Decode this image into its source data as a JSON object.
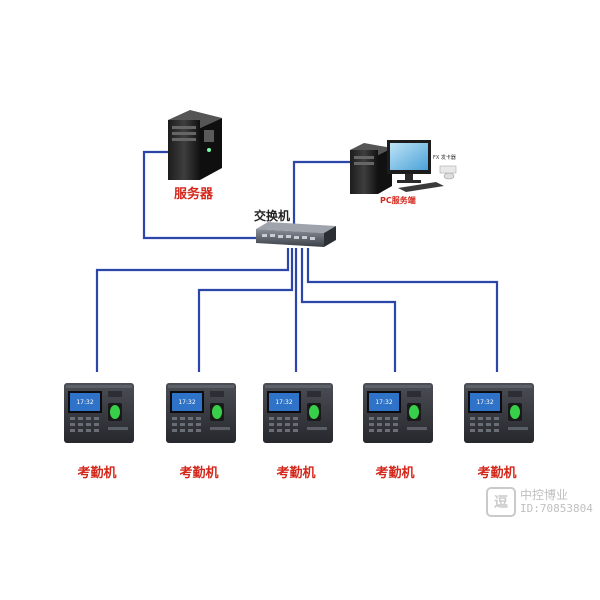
{
  "labels": {
    "server": "服务器",
    "switch": "交换机",
    "pc": "PC服务端",
    "fx_label": "FX 发卡器",
    "attendance": [
      "考勤机",
      "考勤机",
      "考勤机",
      "考勤机",
      "考勤机"
    ]
  },
  "devices": [
    {
      "time": "17:32"
    },
    {
      "time": "17:32"
    },
    {
      "time": "17:32"
    },
    {
      "time": "17:32"
    },
    {
      "time": "17:32"
    }
  ],
  "watermark": {
    "logo_glyph": "逗",
    "name": "中控博业",
    "id": "ID:70853804"
  },
  "colors": {
    "line": "#2b46a8",
    "label_red": "#d4281c",
    "device_body": "#3a3d44",
    "screen_blue": "#2e73c8",
    "fingerprint_green": "#38d04a"
  }
}
